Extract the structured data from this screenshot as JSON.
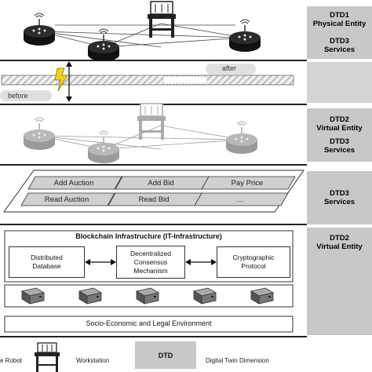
{
  "dimensions": {
    "dtd1": {
      "label_line1": "DTD1",
      "label_line2": "Physical Entity"
    },
    "dtd3_top": {
      "label_line1": "DTD3",
      "label_line2": "Services"
    },
    "dtd2_virtual": {
      "label_line1": "DTD2",
      "label_line2": "Virtual Entity"
    },
    "dtd3_mid": {
      "label_line1": "DTD3",
      "label_line2": "Services"
    },
    "dtd3_services": {
      "label_line1": "DTD3",
      "label_line2": "Services"
    },
    "dtd2_infra": {
      "label_line1": "DTD2",
      "label_line2": "Virtual Entity"
    }
  },
  "timeline": {
    "before_label": "before",
    "after_label": "after"
  },
  "services": {
    "row1": [
      "Add Auction",
      "Add Bid",
      "Pay Price"
    ],
    "row2": [
      "Read Auction",
      "Read Bid",
      "…"
    ]
  },
  "blockchain": {
    "title": "Blockchain Infrastructure (IT-Infrastructure)",
    "modules": [
      {
        "line1": "Distributed",
        "line2": "Database",
        "line3": ""
      },
      {
        "line1": "Decentralized",
        "line2": "Consensus",
        "line3": "Mechanism"
      },
      {
        "line1": "Cryptographic",
        "line2": "Protocol",
        "line3": ""
      }
    ]
  },
  "environment": {
    "label": "Socio-Economic and Legal Environment"
  },
  "legend": {
    "robot_label": "e Robot",
    "workstation_label": "Workstation",
    "dtd_box_label": "DTD",
    "dtd_text": "Digital Twin Dimension"
  },
  "colors": {
    "panel_gray": "#c8c8c8",
    "hatch": "#bdbdbd",
    "lightning": "#f2d21b",
    "robot_dark": "#1a1a1a",
    "robot_faded": "#b5b5b5"
  }
}
